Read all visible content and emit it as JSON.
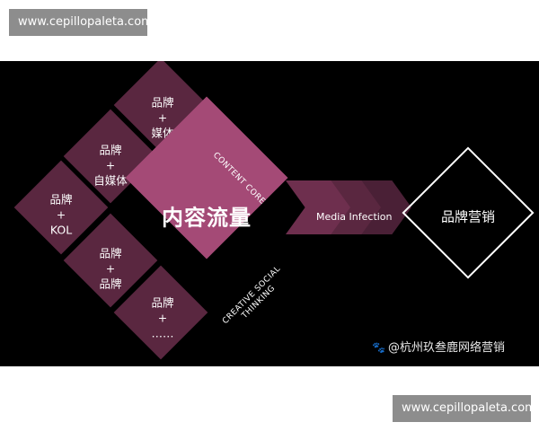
{
  "watermarks": {
    "top": "www.cepillopaleta.com",
    "bottom": "www.cepillopaleta.com"
  },
  "diagram": {
    "small_nodes": [
      {
        "text": "品牌\n+\n媒体"
      },
      {
        "text": "品牌\n+\n自媒体"
      },
      {
        "text": "品牌\n+\nKOL"
      },
      {
        "text": "品牌\n+\n品牌"
      },
      {
        "text": "品牌\n+\n……"
      }
    ],
    "center": "内容流量",
    "tag_content": "CONTENT CORE",
    "tag_creative": "CREATIVE SOCIAL\nTHINKING",
    "arrow_label": "Media Infection",
    "target": "品牌营销"
  },
  "credit": {
    "icon": "paw-icon",
    "icon_glyph": "🐾",
    "text": "@杭州玖叁鹿网络营销"
  },
  "colors": {
    "background": "#000000",
    "node_fill": "#5a2740",
    "center_fill": "#a44a76",
    "target_outline": "#ffffff"
  }
}
